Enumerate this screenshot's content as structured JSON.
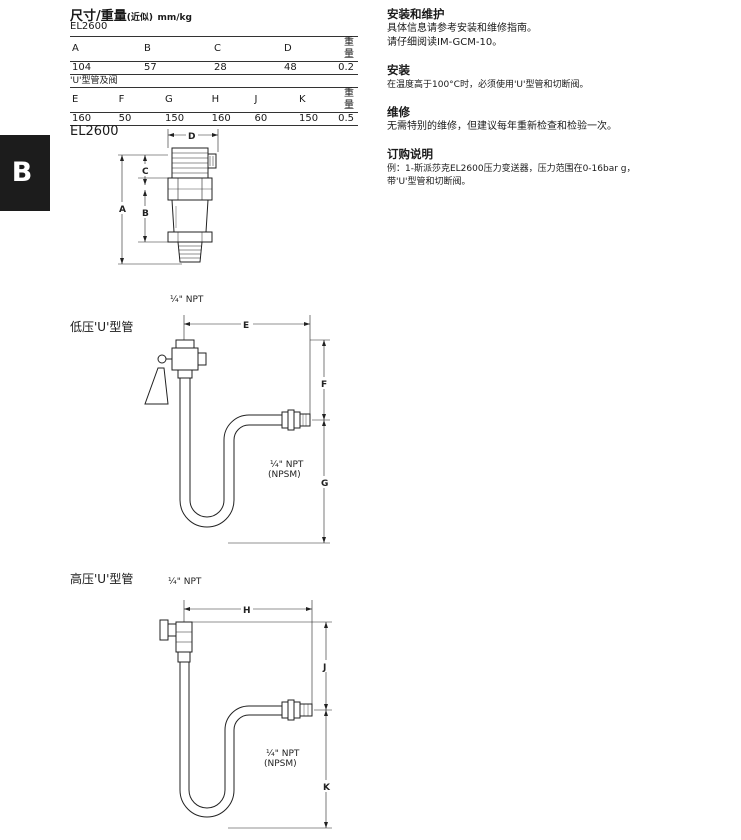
{
  "dimensions": {
    "heading": "尺寸/重量",
    "heading_note": "(近似)",
    "heading_unit": "mm/kg",
    "model": "EL2600",
    "table1": {
      "headers": [
        "A",
        "B",
        "C",
        "D",
        "重量"
      ],
      "values": [
        "104",
        "57",
        "28",
        "48",
        "0.2"
      ]
    },
    "valve_label": "'U'型管及阀",
    "table2": {
      "headers": [
        "E",
        "F",
        "G",
        "H",
        "J",
        "K",
        "重量"
      ],
      "values": [
        "160",
        "50",
        "150",
        "160",
        "60",
        "150",
        "0.5"
      ]
    }
  },
  "section_tab": "B",
  "diagrams": {
    "el2600": {
      "title": "EL2600",
      "labels": [
        "A",
        "B",
        "C",
        "D"
      ]
    },
    "low_pressure": {
      "title": "低压'U'型管",
      "npt_top": "¼\" NPT",
      "npt_side": "¼\" NPT",
      "npsm": "(NPSM)",
      "labels": [
        "E",
        "F",
        "G"
      ]
    },
    "high_pressure": {
      "title": "高压'U'型管",
      "npt_top": "¼\" NPT",
      "npt_side": "¼\" NPT",
      "npsm": "(NPSM)",
      "labels": [
        "H",
        "J",
        "K"
      ]
    }
  },
  "installation_maintenance": {
    "heading": "安装和维护",
    "lines": [
      "具体信息请参考安装和维修指南。",
      "请仔细阅读IM-GCM-10。"
    ]
  },
  "installation": {
    "heading": "安装",
    "text": "在温度高于100°C时，必须使用'U'型管和切断阀。"
  },
  "maintenance": {
    "heading": "维修",
    "text": "无需特别的维修，但建议每年重新检查和检验一次。"
  },
  "ordering": {
    "heading": "订购说明",
    "lines": [
      "例：1-斯派莎克EL2600压力变送器，压力范围在0-16bar g，",
      "带'U'型管和切断阀。"
    ]
  }
}
